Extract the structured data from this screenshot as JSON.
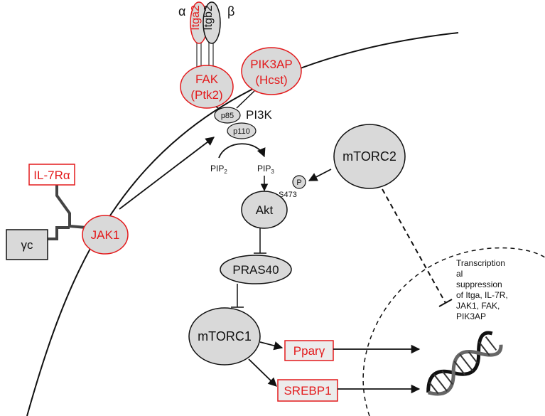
{
  "labels": {
    "alpha": "α",
    "beta": "β",
    "itga2": "Itga2",
    "itgb2": "Itgb2",
    "fak": "FAK",
    "ptk2": "(Ptk2)",
    "pik3ap": "PIK3AP",
    "hcst": "(Hcst)",
    "p85": "p85",
    "p110": "p110",
    "pi3k": "PI3K",
    "pip2": "PIP",
    "pip2_sub": "2",
    "pip3": "PIP",
    "pip3_sub": "3",
    "il7ra": "IL-7Rα",
    "yc": "γc",
    "jak1": "JAK1",
    "mtorc2": "mTORC2",
    "p": "P",
    "s473": "S473",
    "akt": "Akt",
    "pras40": "PRAS40",
    "mtorc1": "mTORC1",
    "ppary": "Pparγ",
    "srebp1": "SREBP1",
    "note": [
      "Transcription",
      "al",
      "suppression",
      "of Itga, IL-7R,",
      "JAK1, FAK,",
      "PIK3AP"
    ]
  },
  "colors": {
    "highlight_red": "#e31a1c",
    "node_fill": "#d9d9d9",
    "stroke": "#111111"
  }
}
